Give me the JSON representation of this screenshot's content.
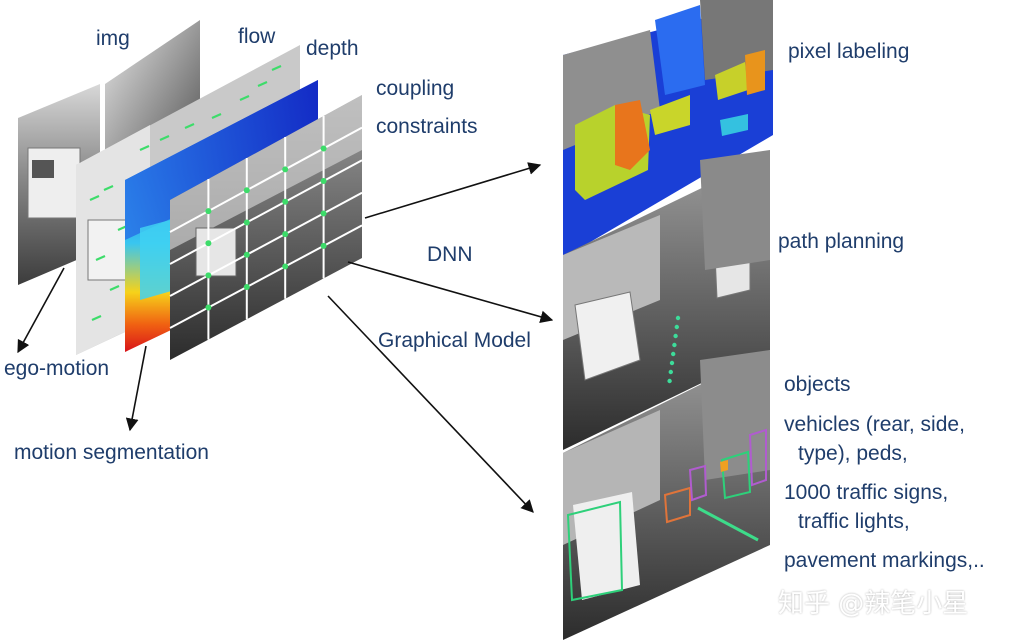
{
  "layers": {
    "img": "img",
    "flow": "flow",
    "depth": "depth",
    "coupling": "coupling",
    "constraints": "constraints",
    "ego_motion": "ego-motion",
    "motion_segmentation": "motion segmentation"
  },
  "methods": {
    "dnn": "DNN",
    "graphical_model": "Graphical Model"
  },
  "outputs": {
    "pixel_labeling": "pixel labeling",
    "path_planning": "path planning",
    "objects": "objects",
    "vehicles_line1": "vehicles (rear, side,",
    "vehicles_line2": "type), peds,",
    "signs_line1": "1000 traffic signs,",
    "signs_line2": "traffic lights,",
    "pavement": "pavement markings,.."
  },
  "watermark": "知乎 @辣笔小星",
  "colors": {
    "label": "#1f3d6b",
    "arrow": "#111111",
    "flow_dot": "#3ddc6a",
    "seg_blue": "#1a3fd6"
  }
}
